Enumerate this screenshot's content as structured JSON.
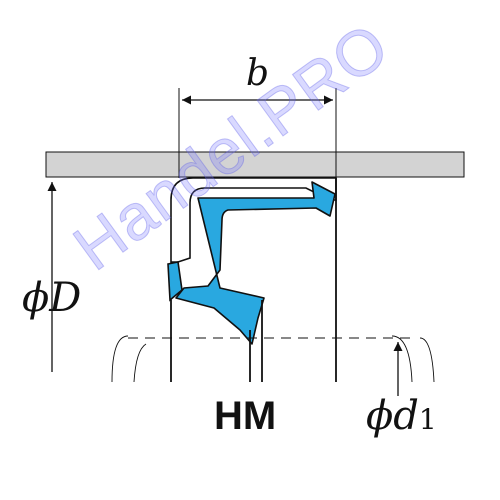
{
  "labels": {
    "width": "b",
    "outer_diameter_symbol": "ϕD",
    "inner_diameter_symbol": "ϕd",
    "inner_diameter_subscript": "1",
    "seal_type": "HM"
  },
  "watermark": "Handel.PRO",
  "colors": {
    "seal_fill": "#29a8e0",
    "housing_fill": "#d3d3d3",
    "line": "#111111"
  }
}
